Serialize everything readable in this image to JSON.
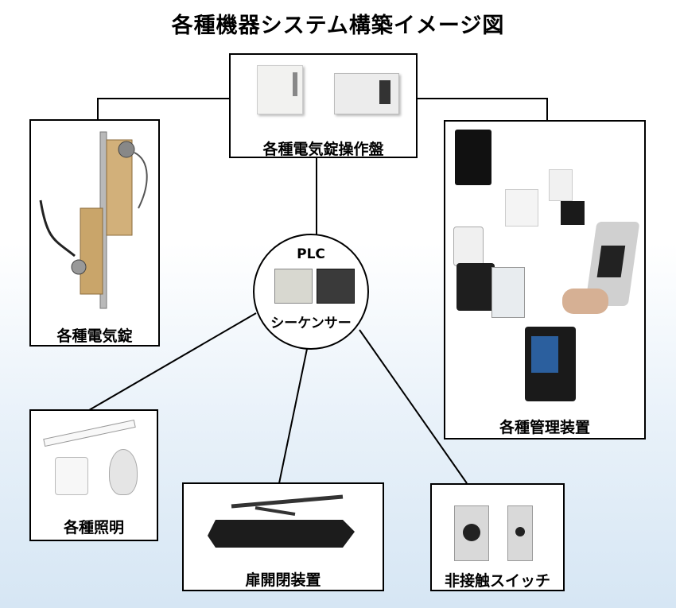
{
  "title": "各種機器システム構築イメージ図",
  "plc": {
    "top_label": "PLC",
    "bottom_label": "シーケンサー"
  },
  "boxes": {
    "control_panel": {
      "label": "各種電気錠操作盤"
    },
    "electric_lock": {
      "label": "各種電気錠"
    },
    "management": {
      "label": "各種管理装置"
    },
    "lighting": {
      "label": "各種照明"
    },
    "door_closer": {
      "label": "扉開閉装置"
    },
    "touchless_switch": {
      "label": "非接触スイッチ"
    }
  }
}
